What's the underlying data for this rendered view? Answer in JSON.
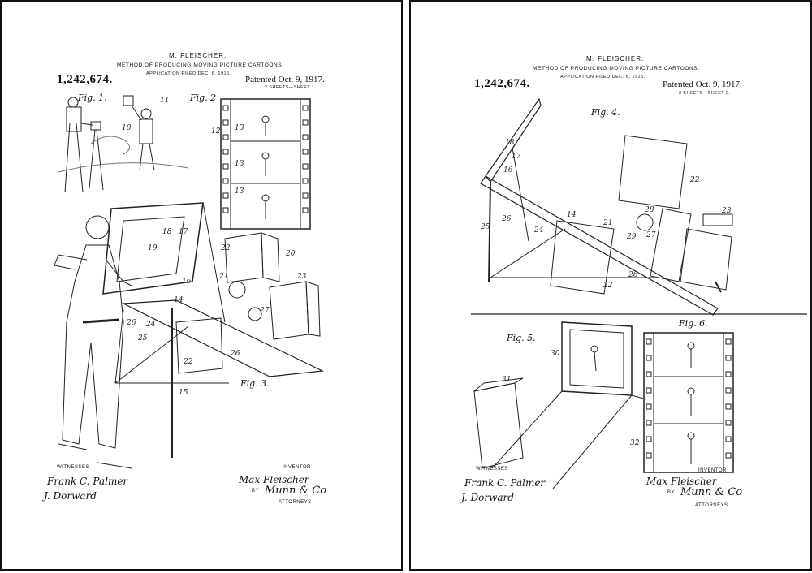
{
  "sheets": [
    {
      "inventor_name": "M. FLEISCHER.",
      "title": "METHOD OF PRODUCING MOVING PICTURE CARTOONS.",
      "application_filed": "APPLICATION FILED DEC. 6, 1915.",
      "patent_number": "1,242,674.",
      "patented": "Patented Oct. 9, 1917.",
      "sheet_info": "2 SHEETS—SHEET 1.",
      "witnesses_label": "WITNESSES",
      "witness_1": "Frank C. Palmer",
      "witness_2": "J. Dorward",
      "inventor_label": "INVENTOR",
      "inventor_signature": "Max Fleischer",
      "by_label": "BY",
      "attorney_signature": "Munn & Co",
      "attorneys_label": "ATTORNEYS",
      "figures": [
        "Fig. 1.",
        "Fig. 2",
        "Fig. 3."
      ]
    },
    {
      "inventor_name": "M. FLEISCHER.",
      "title": "METHOD OF PRODUCING MOVING PICTURE CARTOONS.",
      "application_filed": "APPLICATION FILED DEC. 6, 1915.",
      "patent_number": "1,242,674.",
      "patented": "Patented Oct. 9, 1917.",
      "sheet_info": "2 SHEETS—SHEET 2.",
      "witnesses_label": "WITNESSES",
      "witness_1": "Frank C. Palmer",
      "witness_2": "J. Dorward",
      "inventor_label": "INVENTOR",
      "inventor_signature": "Max Fleischer",
      "by_label": "BY",
      "attorney_signature": "Munn & Co",
      "attorneys_label": "ATTORNEYS",
      "figures": [
        "Fig. 4.",
        "Fig. 5.",
        "Fig. 6."
      ]
    }
  ],
  "reference_numerals": {
    "sheet1": [
      "11",
      "10",
      "12",
      "13",
      "13",
      "13",
      "18",
      "17",
      "19",
      "16",
      "14",
      "22",
      "20",
      "21",
      "23",
      "27",
      "25",
      "24",
      "26",
      "22",
      "26",
      "15"
    ],
    "sheet2": [
      "18",
      "17",
      "16",
      "14",
      "25",
      "26",
      "24",
      "22",
      "21",
      "28",
      "29",
      "27",
      "23",
      "22",
      "26",
      "30",
      "31",
      "32"
    ]
  }
}
